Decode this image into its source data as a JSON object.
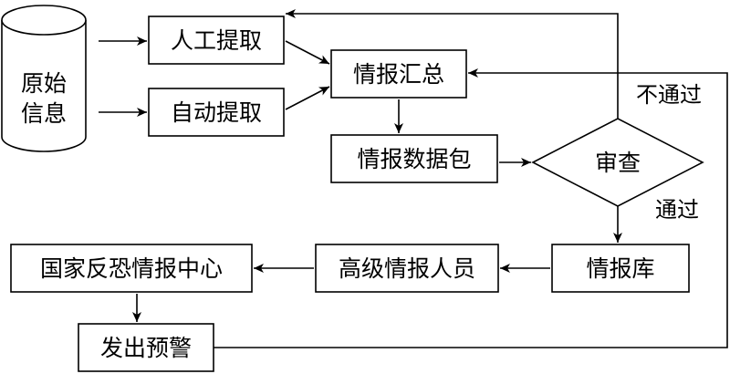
{
  "nodes": {
    "source": {
      "line1": "原始",
      "line2": "信息"
    },
    "manual_extract": "人工提取",
    "auto_extract": "自动提取",
    "intel_summary": "情报汇总",
    "intel_package": "情报数据包",
    "review": "审查",
    "intel_library": "情报库",
    "senior_staff": "高级情报人员",
    "counterterror_center": "国家反恐情报中心",
    "issue_warning": "发出预警"
  },
  "labels": {
    "not_passed": "不通过",
    "passed": "通过"
  }
}
